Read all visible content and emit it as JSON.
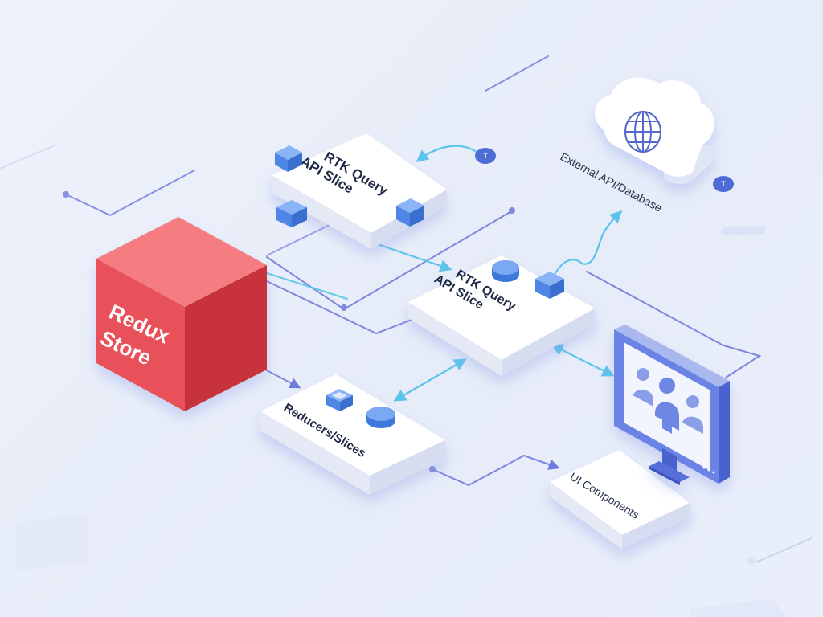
{
  "nodes": {
    "redux_store": {
      "line1": "Redux",
      "line2": "Store",
      "color": "#e5484d"
    },
    "rtk_query_top": {
      "line1": "RTK Query",
      "line2": "API Slice"
    },
    "rtk_query_mid": {
      "line1": "RTK Query",
      "line2": "API Slice"
    },
    "reducers": {
      "label": "Reducers/Slices"
    },
    "ui_components": {
      "label": "UI Components"
    },
    "external_api": {
      "label": "External API/Database"
    }
  },
  "badges": {
    "top": "T",
    "cloud": "T"
  },
  "icons": {
    "cloud": "globe-icon",
    "monitor": "users-icon"
  },
  "colors": {
    "accent": "#4f7be8",
    "connector": "#7f86e0",
    "flow": "#5cc4ec",
    "cube": "#4a86e8"
  }
}
